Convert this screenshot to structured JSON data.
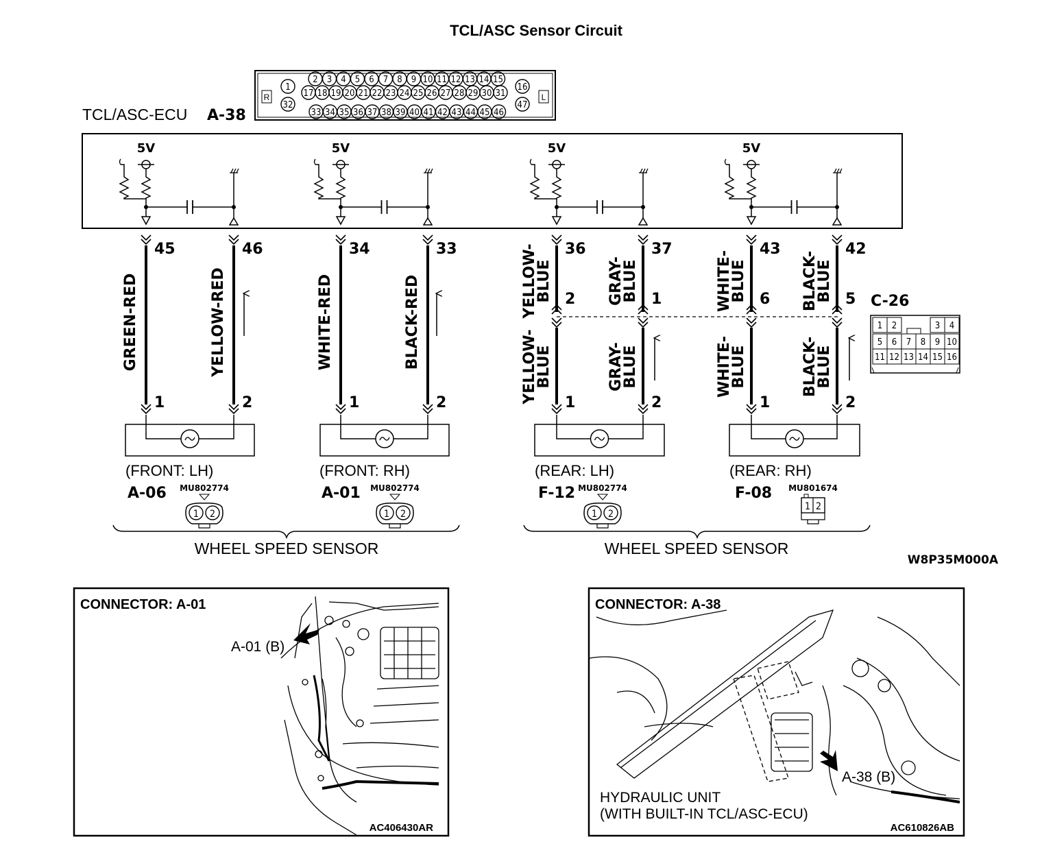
{
  "title": "TCL/ASC Sensor Circuit",
  "ecu": {
    "label": "TCL/ASC-ECU",
    "code": "A-38"
  },
  "ecu_connector": {
    "side_left": "R",
    "side_right": "L",
    "single_top_left": "1",
    "single_bottom_left": "32",
    "single_top_right": "16",
    "single_bottom_right": "47",
    "row1": [
      "2",
      "3",
      "4",
      "5",
      "6",
      "7",
      "8",
      "9",
      "10",
      "11",
      "12",
      "13",
      "14",
      "15"
    ],
    "row2": [
      "17",
      "18",
      "19",
      "20",
      "21",
      "22",
      "23",
      "24",
      "25",
      "26",
      "27",
      "28",
      "29",
      "30",
      "31"
    ],
    "row3": [
      "33",
      "34",
      "35",
      "36",
      "37",
      "38",
      "39",
      "40",
      "41",
      "42",
      "43",
      "44",
      "45",
      "46"
    ]
  },
  "voltage_label": "5V",
  "sensors": [
    {
      "pins": [
        "45",
        "46"
      ],
      "wires": [
        "GREEN-RED",
        "YELLOW-RED"
      ],
      "sensor_pins": [
        "1",
        "2"
      ],
      "position": "(FRONT: LH)",
      "code": "A-06",
      "part": "MU802774"
    },
    {
      "pins": [
        "34",
        "33"
      ],
      "wires": [
        "WHITE-RED",
        "BLACK-RED"
      ],
      "sensor_pins": [
        "1",
        "2"
      ],
      "position": "(FRONT: RH)",
      "code": "A-01",
      "part": "MU802774"
    },
    {
      "pins": [
        "36",
        "37"
      ],
      "wires_upper": [
        "YELLOW-\nBLUE",
        "GRAY-\nBLUE"
      ],
      "junction_pins": [
        "2",
        "1"
      ],
      "wires": [
        "YELLOW-\nBLUE",
        "GRAY-\nBLUE"
      ],
      "sensor_pins": [
        "1",
        "2"
      ],
      "position": "(REAR: LH)",
      "code": "F-12",
      "part": "MU802774"
    },
    {
      "pins": [
        "43",
        "42"
      ],
      "wires_upper": [
        "WHITE-\nBLUE",
        "BLACK-\nBLUE"
      ],
      "junction_pins": [
        "6",
        "5"
      ],
      "wires": [
        "WHITE-\nBLUE",
        "BLACK-\nBLUE"
      ],
      "sensor_pins": [
        "1",
        "2"
      ],
      "position": "(REAR: RH)",
      "code": "F-08",
      "part": "MU801674"
    }
  ],
  "junction_connector": {
    "code": "C-26",
    "cells": [
      "1",
      "2",
      "3",
      "4",
      "5",
      "6",
      "7",
      "8",
      "9",
      "10",
      "11",
      "12",
      "13",
      "14",
      "15",
      "16"
    ]
  },
  "group_label": "WHEEL SPEED SENSOR",
  "diagram_code": "W8P35M000A",
  "panel_left": {
    "title": "CONNECTOR: A-01",
    "callout": "A-01 (B)",
    "code": "AC406430AR"
  },
  "panel_right": {
    "title": "CONNECTOR: A-38",
    "callout": "A-38 (B)",
    "caption1": "HYDRAULIC UNIT",
    "caption2": "(WITH BUILT-IN TCL/ASC-ECU)",
    "code": "AC610826AB"
  }
}
